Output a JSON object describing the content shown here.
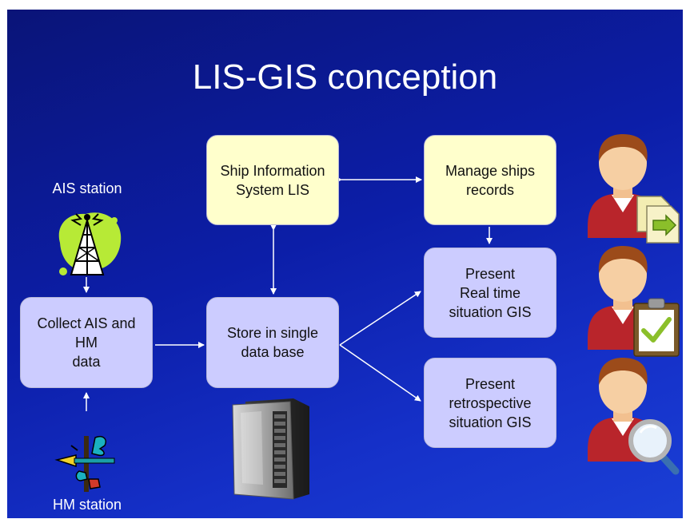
{
  "title": "LIS-GIS conception",
  "labels": {
    "ais_station": "AIS station",
    "hm_station": "HM station"
  },
  "boxes": {
    "ship_info": "Ship Information\nSystem LIS",
    "manage": "Manage ships\nrecords",
    "collect": "Collect AIS and HM\ndata",
    "store": "Store in single\ndata base",
    "present_rt": "Present\nReal time\nsituation GIS",
    "present_retro": "Present\nretrospective\nsituation GIS"
  },
  "colors": {
    "yellow_box": "#ffffcc",
    "lilac_box": "#ccccff",
    "arrow": "#ffffff"
  },
  "icons": [
    "antenna-tower-icon",
    "weather-vane-icon",
    "server-icon",
    "user-documents-icon",
    "user-clipboard-check-icon",
    "user-magnifier-icon"
  ]
}
